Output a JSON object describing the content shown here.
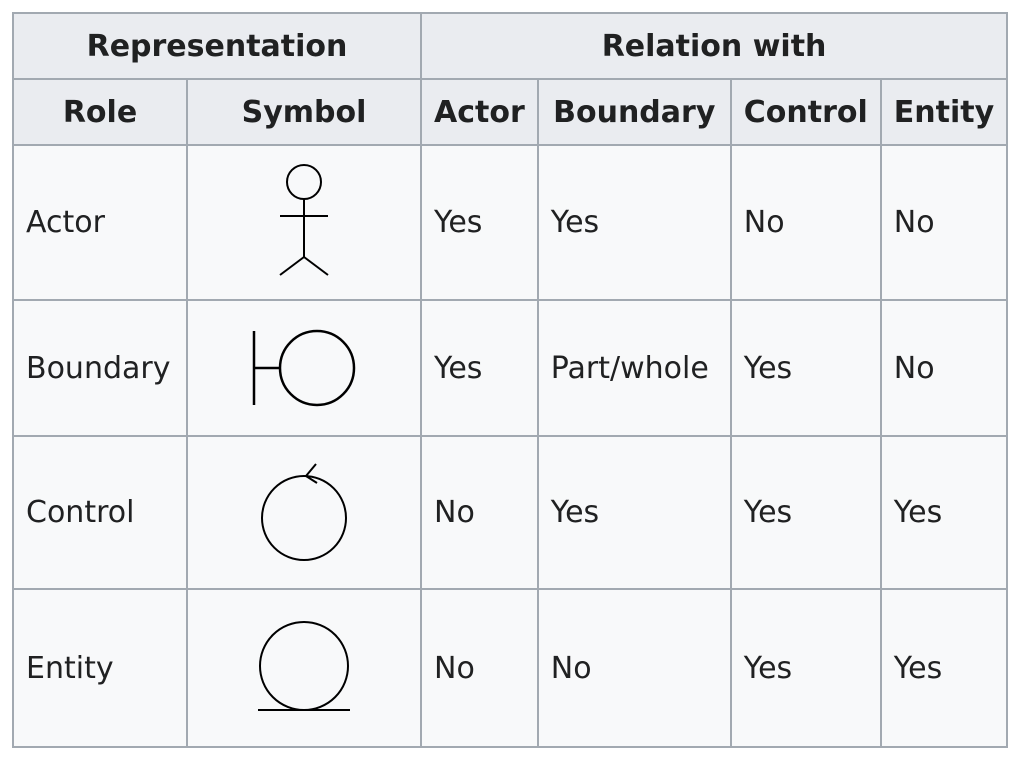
{
  "table": {
    "group_headers": {
      "representation": "Representation",
      "relation_with": "Relation with"
    },
    "columns": {
      "role": "Role",
      "symbol": "Symbol",
      "actor": "Actor",
      "boundary": "Boundary",
      "control": "Control",
      "entity": "Entity"
    },
    "rows": [
      {
        "role": "Actor",
        "symbol_icon": "actor-stick-figure-icon",
        "actor": "Yes",
        "boundary": "Yes",
        "control": "No",
        "entity": "No"
      },
      {
        "role": "Boundary",
        "symbol_icon": "boundary-icon",
        "actor": "Yes",
        "boundary": "Part/whole",
        "control": "Yes",
        "entity": "No"
      },
      {
        "role": "Control",
        "symbol_icon": "control-icon",
        "actor": "No",
        "boundary": "Yes",
        "control": "Yes",
        "entity": "Yes"
      },
      {
        "role": "Entity",
        "symbol_icon": "entity-icon",
        "actor": "No",
        "boundary": "No",
        "control": "Yes",
        "entity": "Yes"
      }
    ]
  }
}
